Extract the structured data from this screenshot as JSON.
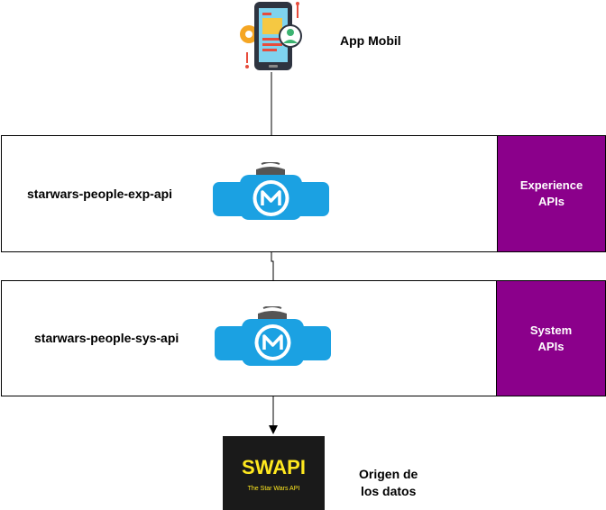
{
  "mobile": {
    "label": "App Mobil",
    "icon": "mobile-app-icon"
  },
  "experience_layer": {
    "api_name": "starwars-people-exp-api",
    "tag_line1": "Experience",
    "tag_line2": "APIs",
    "tag_color": "#8b008b",
    "icon": "mulesoft-api-icon"
  },
  "system_layer": {
    "api_name": "starwars-people-sys-api",
    "tag_line1": "System",
    "tag_line2": "APIs",
    "tag_color": "#8b008b",
    "icon": "mulesoft-api-icon"
  },
  "source": {
    "logo_title": "SWAPI",
    "logo_subtitle": "The Star Wars API",
    "label_line1": "Origen de",
    "label_line2": "los datos"
  },
  "colors": {
    "api_blue": "#1ba1e2",
    "logo_yellow": "#ffe81f"
  }
}
